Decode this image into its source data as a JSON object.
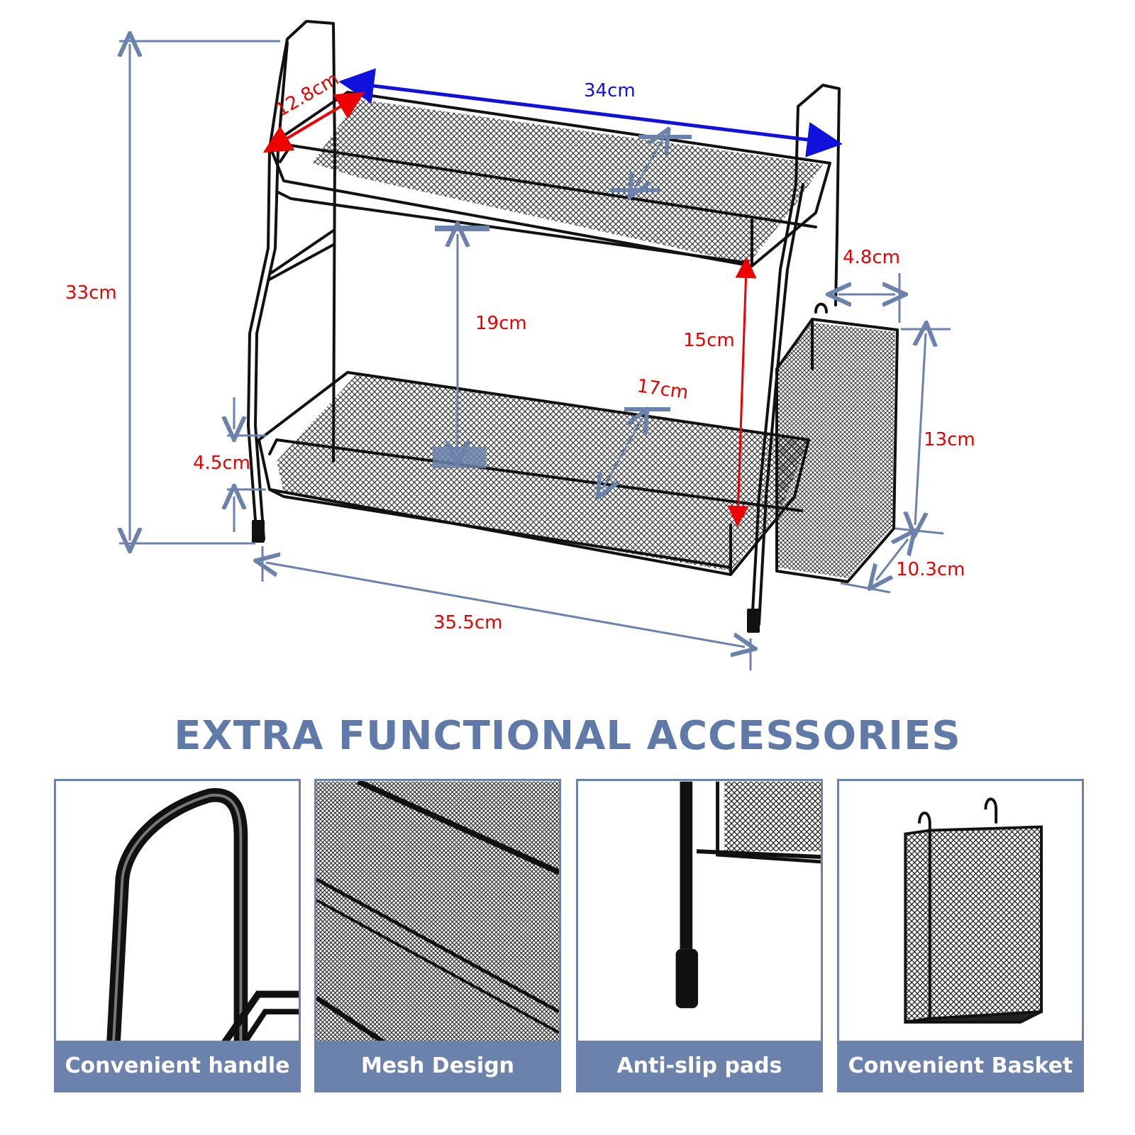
{
  "dimensions": {
    "total_height": "33cm",
    "shelf_depth": "12.8cm",
    "shelf_length": "34cm",
    "tier_gap": "19cm",
    "side_gap": "15cm",
    "basket_depth": "4.8cm",
    "lower_depth": "17cm",
    "basket_height": "13cm",
    "leg_height": "4.5cm",
    "basket_width": "10.3cm",
    "base_width": "35.5cm"
  },
  "section_title": "EXTRA FUNCTIONAL ACCESSORIES",
  "panels": [
    {
      "caption": "Convenient handle",
      "icon": "handle-icon"
    },
    {
      "caption": "Mesh Design",
      "icon": "mesh-icon"
    },
    {
      "caption": "Anti-slip pads",
      "icon": "foot-pad-icon"
    },
    {
      "caption": "Convenient Basket",
      "icon": "basket-icon"
    }
  ],
  "colors": {
    "red_label": "#e60000",
    "blue_dimension": "#1111dd",
    "grey_blue": "#5f7aa8",
    "red_line": "#ee0000"
  }
}
